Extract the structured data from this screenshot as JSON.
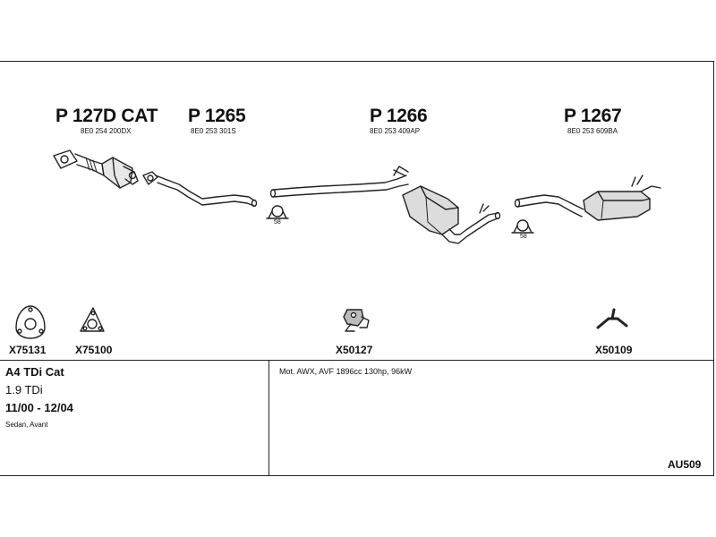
{
  "parts": [
    {
      "code": "P 127D CAT",
      "oe": "8E0 254 200DX"
    },
    {
      "code": "P 1265",
      "oe": "8E0 253 301S"
    },
    {
      "code": "P 1266",
      "oe": "8E0 253 409AP"
    },
    {
      "code": "P 1267",
      "oe": "8E0 253 609BA"
    }
  ],
  "clamps": [
    {
      "label": "58"
    },
    {
      "label": "58"
    }
  ],
  "fittings": [
    {
      "code": "X75131",
      "icon": "gasket-3-bolt-icon"
    },
    {
      "code": "X75100",
      "icon": "gasket-triangle-icon"
    },
    {
      "code": "X50127",
      "icon": "rubber-hanger-icon"
    },
    {
      "code": "X50109",
      "icon": "hanger-bracket-icon"
    }
  ],
  "vehicle": {
    "model": "A4 TDi Cat",
    "engine": "1.9 TDi",
    "years": "11/00 - 12/04",
    "body": "Sedan, Avant"
  },
  "motor": "Mot. AWX, AVF 1896cc 130hp, 96kW",
  "ref": "AU509"
}
